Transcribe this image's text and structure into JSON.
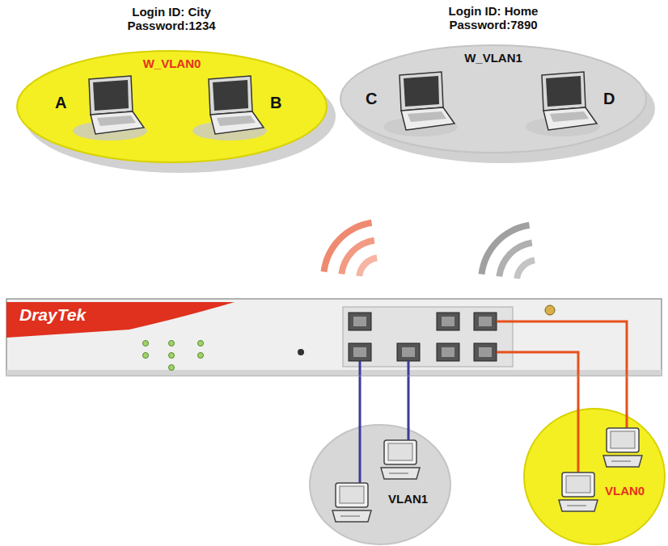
{
  "diagram": {
    "nodes": [
      {
        "text": [
          "Login ID: City Password:1234",
          "W_VLAN0"
        ]
      },
      {
        "text": [
          "A"
        ],
        "in": 0
      },
      {
        "text": [
          "B"
        ],
        "in": 0
      },
      {
        "text": [
          "Login ID: Home Password:7890",
          "W_VLAN1"
        ]
      },
      {
        "text": [
          "C"
        ],
        "in": 3
      },
      {
        "text": [
          "D"
        ],
        "in": 3
      },
      {
        "text": [
          "DrayTek"
        ]
      },
      {
        "text": [
          "VLAN1"
        ]
      },
      {
        "text": [
          "VLAN0"
        ]
      }
    ],
    "edges": [
      {
        "from": 6,
        "to": 7,
        "arrow": "none"
      },
      {
        "from": 6,
        "to": 7,
        "arrow": "none"
      },
      {
        "from": 6,
        "to": 8,
        "arrow": "none"
      },
      {
        "from": 6,
        "to": 8,
        "arrow": "none"
      }
    ]
  }
}
